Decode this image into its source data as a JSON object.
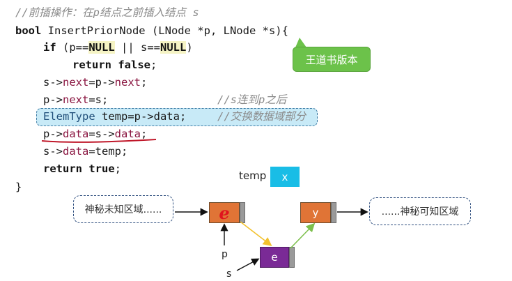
{
  "code": {
    "comment_line": "//前插操作：在p结点之前插入结点 s",
    "signature_kw": "bool",
    "signature_rest": " InsertPriorNode (LNode *p, LNode *s){",
    "if_kw": "if",
    "if_pre": " (p==",
    "null1": "NULL",
    "if_mid": " || s==",
    "null2": "NULL",
    "if_post": ")",
    "return_kw": "return",
    "false_kw": "false",
    "semicolon": ";",
    "line_s_next_a": "s->",
    "line_s_next_b": "next",
    "line_s_next_c": "=p->",
    "line_s_next_d": "next",
    "line_s_next_e": ";",
    "line_p_next_a": "p->",
    "line_p_next_b": "next",
    "line_p_next_c": "=s;",
    "line_p_next_comment": "//s连到p之后",
    "line_temp_type": "ElemType",
    "line_temp_rest": " temp=p->data;",
    "line_temp_comment": "//交换数据域部分",
    "line_pdata_a": "p->",
    "line_pdata_b": "data",
    "line_pdata_c": "=s->",
    "line_pdata_d": "data",
    "line_pdata_e": ";",
    "line_sdata_a": "s->",
    "line_sdata_b": "data",
    "line_sdata_c": "=temp;",
    "return2_kw": "return",
    "true_kw": "true",
    "close_brace": "}"
  },
  "callout": {
    "text": "王道书版本",
    "color": "#6cc24a"
  },
  "diagram": {
    "temp_label": "temp",
    "temp_value": "x",
    "left_region": "神秘未知区域......",
    "right_region": "......神秘可知区域",
    "node_p_value": "e",
    "node_y_value": "y",
    "node_s_value": "e",
    "label_p": "p",
    "label_s": "s",
    "colors": {
      "orange": "#e07436",
      "purple": "#7a2a96",
      "cyan": "#19bde6",
      "yellow_arrow": "#f2c12e",
      "green_arrow": "#7cbf4c",
      "red_underline": "#c0182a"
    }
  }
}
